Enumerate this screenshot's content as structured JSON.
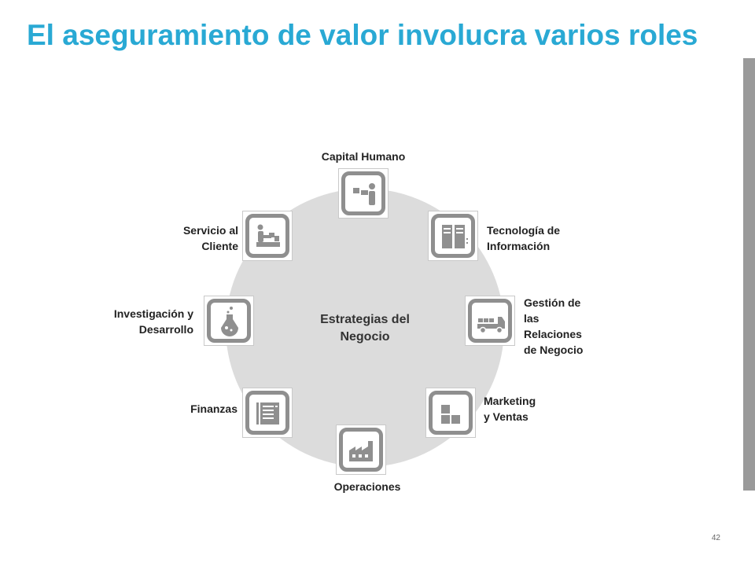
{
  "slide": {
    "title": "El aseguramiento de valor involucra varios roles",
    "page_number": "42"
  },
  "diagram": {
    "center_label": "Estrategias del\nNegocio",
    "nodes": [
      {
        "id": "capital-humano",
        "label": "Capital Humano",
        "icon": "presenter-icon"
      },
      {
        "id": "tecnologia",
        "label": "Tecnología de\nInformación",
        "icon": "server-icon"
      },
      {
        "id": "gestion-relaciones",
        "label": "Gestión de\nlas\nRelaciones\nde Negocio",
        "icon": "truck-icon"
      },
      {
        "id": "marketing",
        "label": "Marketing\ny Ventas",
        "icon": "blocks-icon"
      },
      {
        "id": "operaciones",
        "label": "Operaciones",
        "icon": "factory-icon"
      },
      {
        "id": "finanzas",
        "label": "Finanzas",
        "icon": "ledger-icon"
      },
      {
        "id": "investigacion",
        "label": "Investigación y\nDesarrollo",
        "icon": "flask-icon"
      },
      {
        "id": "servicio",
        "label": "Servicio al\nCliente",
        "icon": "service-desk-icon"
      }
    ]
  },
  "colors": {
    "title": "#29A9D4",
    "hub": "#dcdcdc",
    "icon": "#8f8f8f",
    "side_bar": "#9a9a9a"
  }
}
